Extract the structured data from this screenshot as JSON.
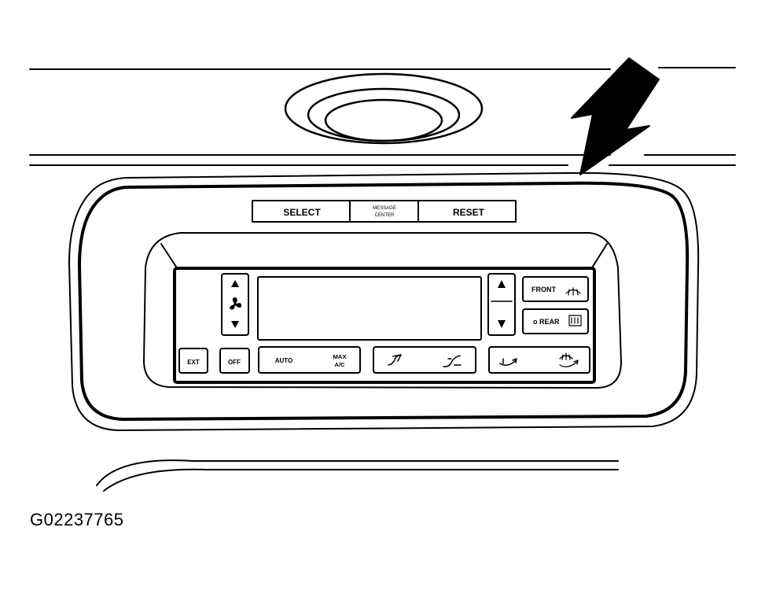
{
  "figure": {
    "caption": "G02237765",
    "message_center": {
      "select_label": "SELECT",
      "center_label_line1": "MESSAGE",
      "center_label_line2": "CENTER",
      "reset_label": "RESET"
    },
    "climate_panel": {
      "fan_up_icon": "up-arrow",
      "fan_icon": "fan",
      "fan_down_icon": "down-arrow",
      "temp_up_icon": "up-arrow",
      "temp_down_icon": "down-arrow",
      "front_label": "FRONT",
      "rear_label": "o REAR",
      "ext_label": "EXT",
      "off_label": "OFF",
      "auto_label": "AUTO",
      "max_ac_line1": "MAX",
      "max_ac_line2": "A/C"
    }
  }
}
